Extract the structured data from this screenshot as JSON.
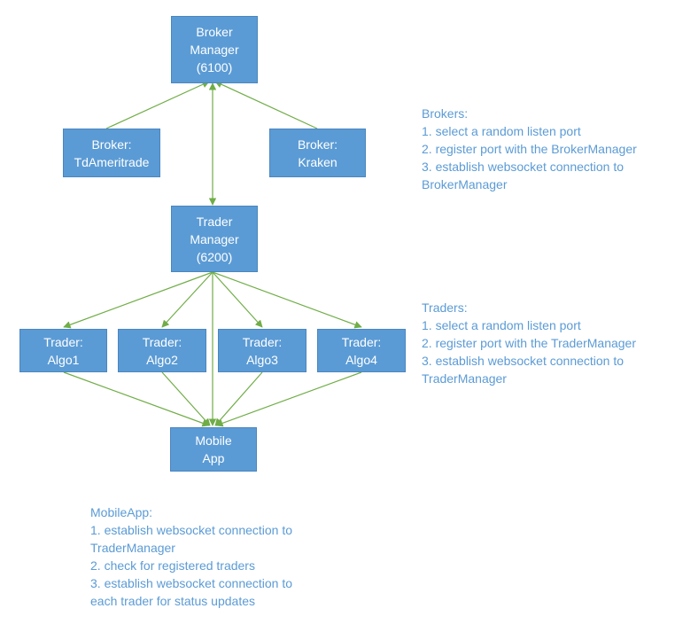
{
  "colors": {
    "node_fill": "#5b9bd5",
    "node_text": "#ffffff",
    "edge": "#70ad47",
    "note_text": "#5b9bd5"
  },
  "nodes": {
    "broker_manager": {
      "lines": [
        "Broker",
        "Manager",
        "(6100)"
      ]
    },
    "broker_tdameritrade": {
      "lines": [
        "Broker:",
        "TdAmeritrade"
      ]
    },
    "broker_kraken": {
      "lines": [
        "Broker:",
        "Kraken"
      ]
    },
    "trader_manager": {
      "lines": [
        "Trader",
        "Manager",
        "(6200)"
      ]
    },
    "trader_algo1": {
      "lines": [
        "Trader:",
        "Algo1"
      ]
    },
    "trader_algo2": {
      "lines": [
        "Trader:",
        "Algo2"
      ]
    },
    "trader_algo3": {
      "lines": [
        "Trader:",
        "Algo3"
      ]
    },
    "trader_algo4": {
      "lines": [
        "Trader:",
        "Algo4"
      ]
    },
    "mobile_app": {
      "lines": [
        "Mobile",
        "App"
      ]
    }
  },
  "notes": {
    "brokers": {
      "lines": [
        "Brokers:",
        "1. select a random listen port",
        "2. register port with the BrokerManager",
        "3. establish websocket connection to",
        "BrokerManager"
      ]
    },
    "traders": {
      "lines": [
        "Traders:",
        "1. select a random listen port",
        "2. register port with the TraderManager",
        "3. establish websocket connection to",
        "TraderManager"
      ]
    },
    "mobileapp": {
      "lines": [
        "MobileApp:",
        "1. establish websocket connection to",
        "TraderManager",
        "2. check for registered traders",
        "3. establish websocket connection to",
        "each trader for status updates"
      ]
    }
  },
  "edges": [
    {
      "from": "Broker: TdAmeritrade",
      "to": "Broker Manager (6100)",
      "arrow": "end"
    },
    {
      "from": "Broker: Kraken",
      "to": "Broker Manager (6100)",
      "arrow": "end"
    },
    {
      "from": "Broker Manager (6100)",
      "to": "Trader Manager (6200)",
      "arrow": "both"
    },
    {
      "from": "Trader Manager (6200)",
      "to": "Trader: Algo1",
      "arrow": "end"
    },
    {
      "from": "Trader Manager (6200)",
      "to": "Trader: Algo2",
      "arrow": "end"
    },
    {
      "from": "Trader Manager (6200)",
      "to": "Trader: Algo3",
      "arrow": "end"
    },
    {
      "from": "Trader Manager (6200)",
      "to": "Trader: Algo4",
      "arrow": "end"
    },
    {
      "from": "Trader: Algo1",
      "to": "Mobile App",
      "arrow": "end"
    },
    {
      "from": "Trader: Algo2",
      "to": "Mobile App",
      "arrow": "end"
    },
    {
      "from": "Trader: Algo3",
      "to": "Mobile App",
      "arrow": "end"
    },
    {
      "from": "Trader: Algo4",
      "to": "Mobile App",
      "arrow": "end"
    },
    {
      "from": "Trader Manager (6200)",
      "to": "Mobile App",
      "arrow": "end"
    }
  ]
}
